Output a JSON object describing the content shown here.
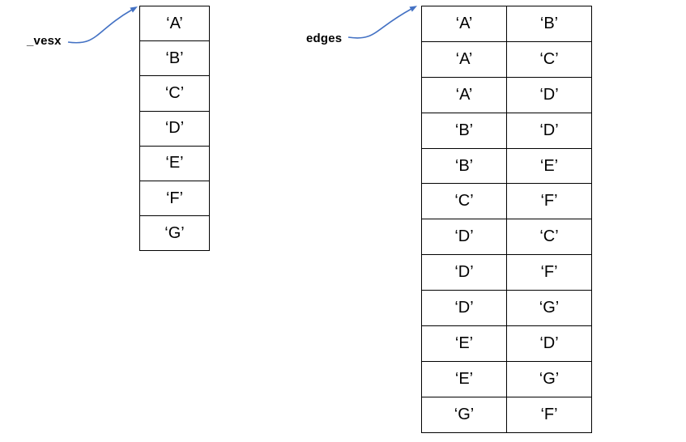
{
  "labels": {
    "vertices_pointer": "_vesx",
    "edges_pointer": "edges"
  },
  "colors": {
    "arrow": "#4472c4",
    "border": "#000000",
    "text": "#000000",
    "background": "#ffffff"
  },
  "vertices_table": {
    "rows": [
      "‘A’",
      "‘B’",
      "‘C’",
      "‘D’",
      "‘E’",
      "‘F’",
      "‘G’"
    ]
  },
  "edges_table": {
    "rows": [
      [
        "‘A’",
        "‘B’"
      ],
      [
        "‘A’",
        "‘C’"
      ],
      [
        "‘A’",
        "‘D’"
      ],
      [
        "‘B’",
        "‘D’"
      ],
      [
        "‘B’",
        "‘E’"
      ],
      [
        "‘C’",
        "‘F’"
      ],
      [
        "‘D’",
        "‘C’"
      ],
      [
        "‘D’",
        "‘F’"
      ],
      [
        "‘D’",
        "‘G’"
      ],
      [
        "‘E’",
        "‘D’"
      ],
      [
        "‘E’",
        "‘G’"
      ],
      [
        "‘G’",
        "‘F’"
      ]
    ]
  }
}
